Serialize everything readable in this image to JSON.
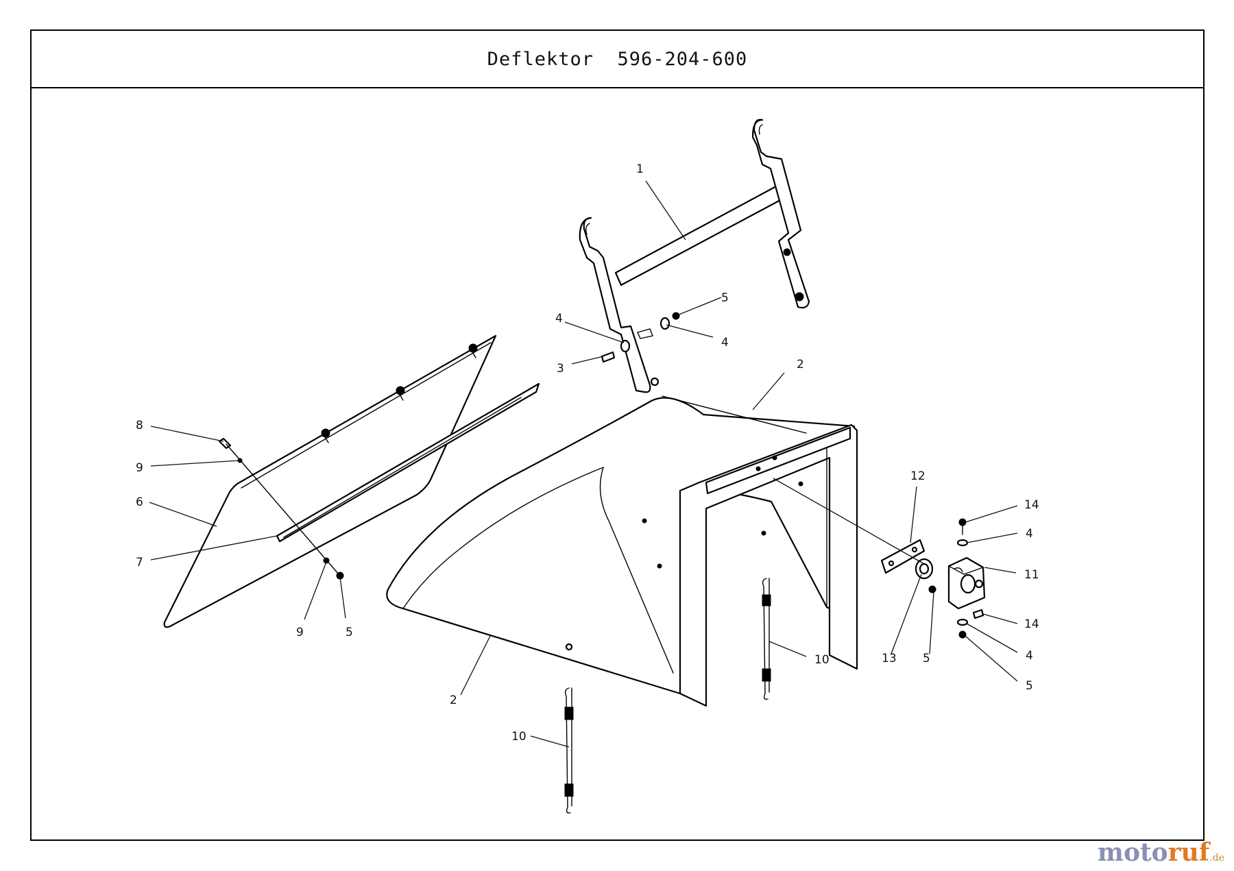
{
  "drawing": {
    "title": "Deflektor",
    "part_number": "596-204-600"
  },
  "callouts": [
    {
      "id": "c-1",
      "label": "1"
    },
    {
      "id": "c-2a",
      "label": "2"
    },
    {
      "id": "c-2b",
      "label": "2"
    },
    {
      "id": "c-3",
      "label": "3"
    },
    {
      "id": "c-4a",
      "label": "4"
    },
    {
      "id": "c-4b",
      "label": "4"
    },
    {
      "id": "c-4c",
      "label": "4"
    },
    {
      "id": "c-4d",
      "label": "4"
    },
    {
      "id": "c-5a",
      "label": "5"
    },
    {
      "id": "c-5b",
      "label": "5"
    },
    {
      "id": "c-5c",
      "label": "5"
    },
    {
      "id": "c-5d",
      "label": "5"
    },
    {
      "id": "c-6",
      "label": "6"
    },
    {
      "id": "c-7",
      "label": "7"
    },
    {
      "id": "c-8",
      "label": "8"
    },
    {
      "id": "c-9a",
      "label": "9"
    },
    {
      "id": "c-9b",
      "label": "9"
    },
    {
      "id": "c-10a",
      "label": "10"
    },
    {
      "id": "c-10b",
      "label": "10"
    },
    {
      "id": "c-11",
      "label": "11"
    },
    {
      "id": "c-12",
      "label": "12"
    },
    {
      "id": "c-13",
      "label": "13"
    },
    {
      "id": "c-14a",
      "label": "14"
    },
    {
      "id": "c-14b",
      "label": "14"
    }
  ],
  "brand": {
    "part1": "moto",
    "part2": "ruf",
    "suffix": ".de"
  },
  "colors": {
    "line": "#000000",
    "brand_blue": "#8a8fb5",
    "brand_orange": "#e07a24"
  }
}
